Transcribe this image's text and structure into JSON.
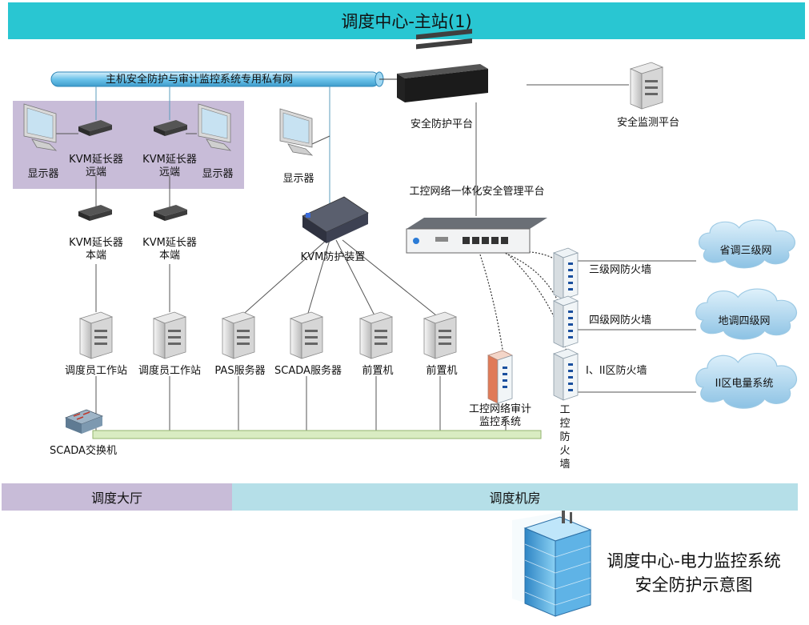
{
  "title": "调度中心-主站(1)",
  "private_network_label": "主机安全防护与审计监控系统专用私有网",
  "security_platform": "安全防护平台",
  "monitor_platform": "安全监测平台",
  "ics_mgmt_platform": "工控网络一体化安全管理平台",
  "display_1": "显示器",
  "display_2": "显示器",
  "display_3": "显示器",
  "kvm_remote_1": [
    "KVM延长器",
    "远端"
  ],
  "kvm_remote_2": [
    "KVM延长器",
    "远端"
  ],
  "kvm_local_1": [
    "KVM延长器",
    "本端"
  ],
  "kvm_local_2": [
    "KVM延长器",
    "本端"
  ],
  "kvm_guard": "KVM防护装置",
  "servers": [
    "调度员工作站",
    "调度员工作站",
    "PAS服务器",
    "SCADA服务器",
    "前置机",
    "前置机"
  ],
  "scada_switch": "SCADA交换机",
  "audit_system": [
    "工控网络审计",
    "监控系统"
  ],
  "firewall_vertical": [
    "工",
    "控",
    "防",
    "火",
    "墙"
  ],
  "firewalls": [
    "三级网防火墙",
    "四级网防火墙",
    "I、II区防火墙"
  ],
  "clouds": [
    "省调三级网",
    "地调四级网",
    "II区电量系统"
  ],
  "zones": [
    "调度大厅",
    "调度机房"
  ],
  "caption": [
    "调度中心-电力监控系统",
    "安全防护示意图"
  ],
  "colors": {
    "title_bg": "#29c6d2",
    "hall_bg": "#c8bcd8",
    "room_bg": "#b5dfe8"
  }
}
